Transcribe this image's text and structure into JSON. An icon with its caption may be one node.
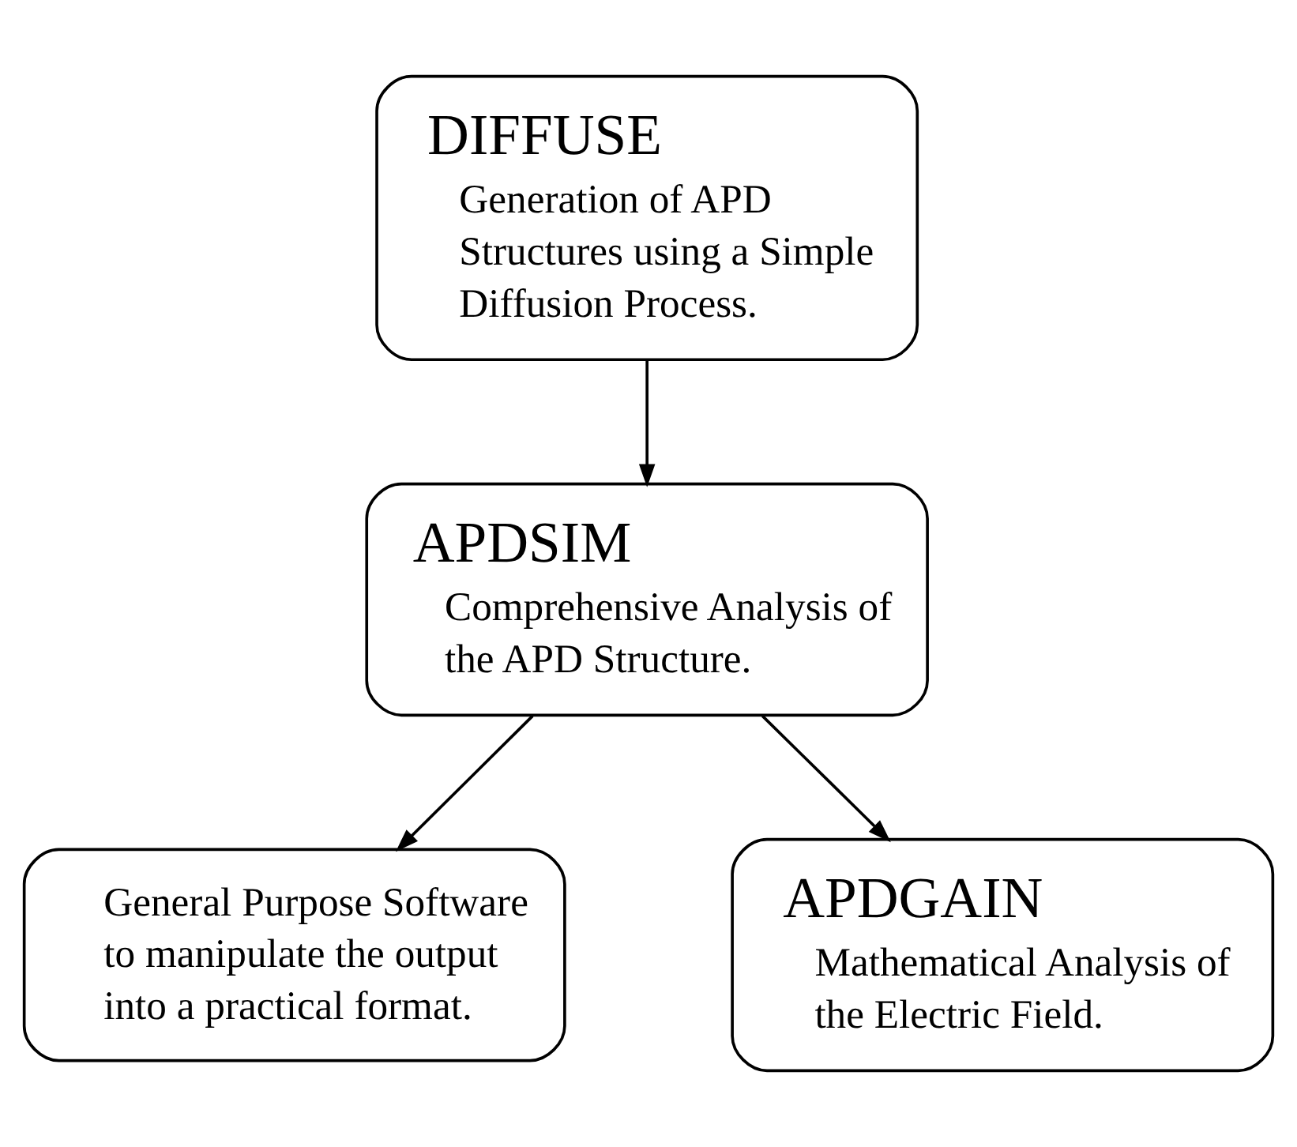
{
  "diagram": {
    "nodes": [
      {
        "text": [
          "DIFFUSE",
          "Generation of APD Structures using a Simple Diffusion Process."
        ]
      },
      {
        "text": [
          "APDSIM",
          "Comprehensive Analysis of the APD Structure."
        ]
      },
      {
        "text": [
          "APDGAIN",
          "Mathematical Analysis of the Electric Field."
        ]
      },
      {
        "text": [
          "General Purpose Software to manipulate the output into a practical format."
        ]
      }
    ],
    "edges": [
      {
        "from": 0,
        "to": 1,
        "arrow": "to"
      },
      {
        "from": 1,
        "to": 2,
        "arrow": "to"
      },
      {
        "from": 1,
        "to": 3,
        "arrow": "to"
      }
    ]
  }
}
